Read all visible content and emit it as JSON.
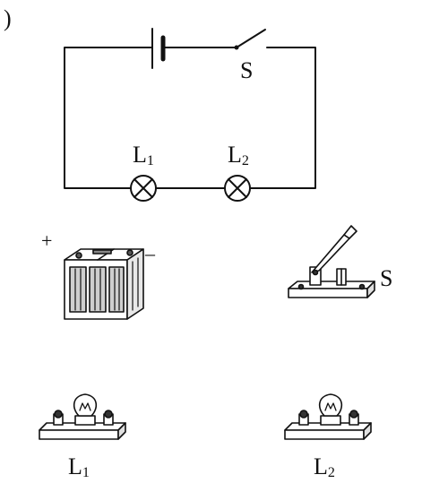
{
  "corner_mark": ")",
  "schematic": {
    "switch_label": "S",
    "lamp1": {
      "letter": "L",
      "index": "1"
    },
    "lamp2": {
      "letter": "L",
      "index": "2"
    }
  },
  "components": {
    "battery": {
      "plus": "+",
      "minus": "–"
    },
    "switch_label": "S",
    "lamp1": {
      "letter": "L",
      "index": "1"
    },
    "lamp2": {
      "letter": "L",
      "index": "2"
    }
  }
}
